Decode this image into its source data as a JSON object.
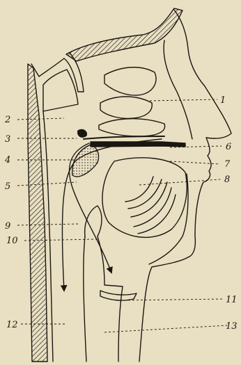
{
  "figure": {
    "background": "#e9dfc2",
    "ink": "#1a1712",
    "callouts": [
      {
        "id": "1",
        "label": "1"
      },
      {
        "id": "2",
        "label": "2"
      },
      {
        "id": "3",
        "label": "3"
      },
      {
        "id": "4",
        "label": "4"
      },
      {
        "id": "5",
        "label": "5"
      },
      {
        "id": "6",
        "label": "6"
      },
      {
        "id": "7",
        "label": "7"
      },
      {
        "id": "8",
        "label": "8"
      },
      {
        "id": "9",
        "label": "9"
      },
      {
        "id": "10",
        "label": "10"
      },
      {
        "id": "11",
        "label": "11"
      },
      {
        "id": "12",
        "label": "12"
      },
      {
        "id": "13",
        "label": "13"
      }
    ]
  }
}
